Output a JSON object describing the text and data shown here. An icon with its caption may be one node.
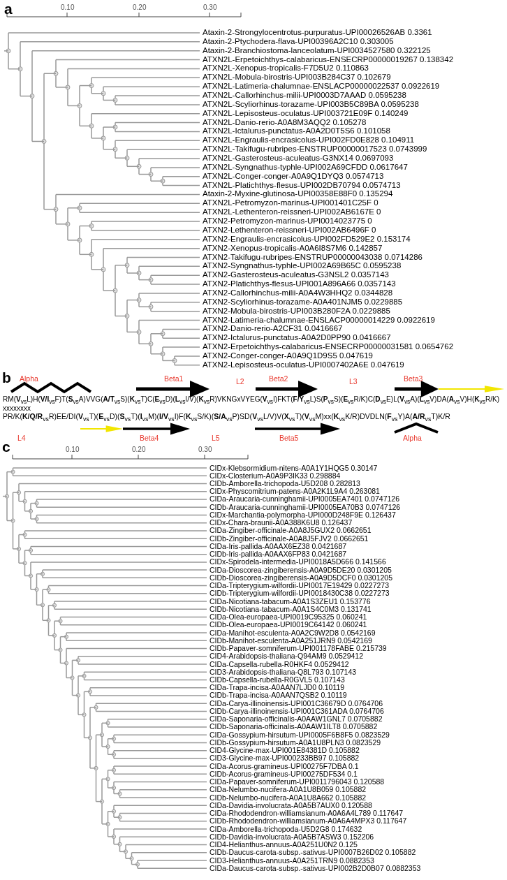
{
  "diagram": {
    "labels": [
      "a",
      "0.10",
      "0.20",
      "0.30",
      "Ataxin-2-Strongylocentrotus-purpuratus-UPI00026526AB 0.3361",
      "Ataxin-2-Ptychodera-flava-UPI00396A2C10 0.303005",
      "Ataxin-2-Branchiostoma-lanceolatum-UPI0034527580 0.322125",
      "ATXN2L-Erpetoichthys-calabaricus-ENSECRP00000019267 0.138342",
      "ATXN2L-Xenopus-tropicalis-F7D5U2 0.110863",
      "ATXN2L-Mobula-birostris-UPI003B284C37 0.102679",
      "ATXN2L-Latimeria-chalumnae-ENSLACP00000022537 0.0922619",
      "ATXN2L-Callorhinchus-milii-UPI0003D7AAAD 0.0595238",
      "ATXN2L-Scyliorhinus-torazame-UPI003B5C89BA 0.0595238",
      "ATXN2L-Lepisosteus-oculatus-UPI003721E09F 0.140249",
      "ATXN2L-Danio-rerio-A0A8M3AQQ2 0.105278",
      "ATXN2L-Ictalurus-punctatus-A0A2D0T5S6 0.101058",
      "ATXN2L-Engraulis-encrasicolus-UPI002FD0E828 0.104911",
      "ATXN2L-Takifugu-rubripes-ENSTRUP00000017523 0.0743999",
      "ATXN2L-Gasterosteus-aculeatus-G3NX14 0.0697093",
      "ATXN2L-Syngnathus-typhle-UPI002A69CFDD 0.0617647",
      "ATXN2L-Conger-conger-A0A9Q1DYQ3 0.0574713",
      "ATXN2L-Platichthys-flesus-UPI002DB70794 0.0574713",
      "Ataxin-2-Myxine-glutinosa-UPI00358E88F0 0.135294",
      "ATXN2L-Petromyzon-marinus-UPI001401C25F 0",
      "ATXN2L-Lethenteron-reissneri-UPI002AB6167E 0",
      "ATXN2-Petromyzon-marinus-UPI0014023775 0",
      "ATXN2-Lethenteron-reissneri-UPI002AB6496F 0",
      "ATXN2-Engraulis-encrasicolus-UPI002FD529E2 0.153174",
      "ATXN2-Xenopus-tropicalis-A0A6I8S7M6 0.142857",
      "ATXN2-Takifugu-rubripes-ENSTRUP00000043038 0.0714286",
      "ATXN2-Syngnathus-typhle-UPI002A69B65C 0.0595238",
      "ATXN2-Gasterosteus-aculeatus-G3NSL2 0.0357143",
      "ATXN2-Platichthys-flesus-UPI001A896A66 0.0357143",
      "ATXN2-Callorhinchus-milii-A0A4W3HHQ2 0.0344828",
      "ATXN2-Scyliorhinus-torazame-A0A401NJM5 0.0229885",
      "ATXN2-Mobula-birostris-UPI003B280F2A 0.0229885",
      "ATXN2-Latimeria-chalumnae-ENSLACP00000014229 0.0922619",
      "ATXN2-Danio-rerio-A2CF31 0.0416667",
      "ATXN2-Ictalurus-punctatus-A0A2D0PP90 0.0416667",
      "ATXN2-Erpetoichthys-calabaricus-ENSECRP00000031581 0.0654762",
      "ATXN2-Conger-conger-A0A9Q1D9S5 0.047619",
      "ATXN2-Lepisosteus-oculatus-UPI0007402A6E 0.047619",
      "b",
      "Alpha",
      "Beta1",
      "L2",
      "Beta2",
      "L3",
      "Beta3",
      "RM(**V**$_{vs}$L)H(**V/I**$_{vs}$F)T(**S**$_{vs}$A)VVG(**A/T**$_{vs}$S)(**K**$_{vs}$T)C(**E**$_{vs}$D)(**L**$_{vs}$I/V)(**K**$_{vs}$R)VKNGxVYEG(**V**$_{vs}$I)FKT(**F/Y**$_{vs}$L)S(**P**$_{vs}$S)(**E**$_{vs}$R/K)C(**D**$_{vs}$E)L(**V**$_{vs}$A)(**L**$_{vs}$V)DA(**A**$_{vs}$V)H(**K**$_{vs}$R/K)",
      "xxxxxxxx",
      "PR/K(**K/Q/R**$_{vs}$R)EE/DI(**V**$_{vs}$T)(**E**$_{vs}$D)(**S**$_{vs}$T)(**I**$_{vs}$M)(**I/V**$_{vs}$I)F(**K**$_{vs}$S/K)(**S/A**$_{vs}$P)SD(**V**$_{vs}$L/V)V(**X**$_{vs}$T)(**V**$_{vs}$M)xx(**K**$_{vs}$K/R)DVDLN(**F**$_{vs}$Y)A(**A/R**$_{vs}$T)K/R",
      "L4",
      "Beta4",
      "L5",
      "Beta5",
      "Alpha",
      "c",
      "0.10",
      "0.20",
      "0.30",
      "CIDx-Klebsormidium-nitens-A0A1Y1HQG5 0.30147",
      "CIDx-Closterium-A0A9P3IK33 0.298884",
      "CIDb-Amborella-trichopoda-U5D208 0.282813",
      "CIDx-Physcomitrium-patens-A0A2K1L9A4 0.263081",
      "CIDa-Araucaria-cunninghamii-UPI0005EA7401 0.0747126",
      "CIDb-Araucaria-cunninghamii-UPI0005EA70B3 0.0747126",
      "CIDx-Marchantia-polymorpha-UPI000D248F9E 0.126437",
      "CIDx-Chara-braunii-A0A388K6U8 0.126437",
      "CIDa-Zingiber-officinale-A0A8J5GUX2 0.0662651",
      "CIDb-Zingiber-officinale-A0A8J5FJV2 0.0662651",
      "CIDa-Iris-pallida-A0AAX6EZ38 0.0421687",
      "CIDb-Iris-pallida-A0AAX6FP83 0.0421687",
      "CIDx-Spirodela-intermedia-UPI0018A5D666 0.141566",
      "CIDa-Dioscorea-zingiberensis-A0A9D5DE20 0.0301205",
      "CIDb-Dioscorea-zingiberensis-A0A9D5DCF0 0.0301205",
      "CIDa-Tripterygium-wilfordii-UPI0017E19429 0.0227273",
      "CIDb-Tripterygium-wilfordii-UPI0018430C38 0.0227273",
      "CIDa-Nicotiana-tabacum-A0A1S3ZEU1 0.153776",
      "CIDb-Nicotiana-tabacum-A0A1S4C0M3 0.131741",
      "CIDa-Olea-europaea-UPI0019C95325 0.060241",
      "CIDb-Olea-europaea-UPI0019C64142 0.060241",
      "CIDa-Manihot-esculenta-A0A2C9W2D8 0.0542169",
      "CIDb-Manihot-esculenta-A0A251JRN9 0.0542169",
      "CIDb-Papaver-somniferum-UPI001178FABE 0.215739",
      "CID4-Arabidopsis-thaliana-Q94AM9 0.0529412",
      "CIDa-Capsella-rubella-R0HKF4 0.0529412",
      "CID3-Arabidopsis-thaliana-Q8L793 0.107143",
      "CIDb-Capsella-rubella-R0GVL5 0.107143",
      "CIDa-Trapa-incisa-A0AAN7LJD0 0.10119",
      "CIDb-Trapa-incisa-A0AAN7QSB2 0.10119",
      "CIDa-Carya-illinoinensis-UPI001C36679D 0.0764706",
      "CIDb-Carya-illinoinensis-UPI001C361ADA 0.0764706",
      "CIDa-Saponaria-officinalis-A0AAW1GNL7 0.0705882",
      "CIDb-Saponaria-officinalis-A0AAW1ILT8 0.0705882",
      "CIDa-Gossypium-hirsutum-UPI0005F6B8F5 0.0823529",
      "CIDb-Gossypium-hirsutum-A0A1U8PLN3 0.0823529",
      "CID4-Glycine-max-UPI001E84381D 0.105882",
      "CID3-Glycine-max-UPI000233BB97 0.105882",
      "CIDa-Acorus-gramineus-UPI00275F7DBA 0.1",
      "CIDb-Acorus-gramineus-UPI00275DF534 0.1",
      "CIDa-Papaver-somniferum-UPI0011796043 0.120588",
      "CIDa-Nelumbo-nucifera-A0A1U8B059 0.105882",
      "CIDb-Nelumbo-nucifera-A0A1U8A662 0.105882",
      "CIDa-Davidia-involucrata-A0A5B7AUX0 0.120588",
      "CIDa-Rhododendron-williamsianum-A0A6A4L789 0.117647",
      "CIDb-Rhododendron-williamsianum-A0A6A4MPX3 0.117647",
      "CIDa-Amborella-trichopoda-U5D2G8 0.174632",
      "CIDb-Davidia-involucrata-A0A5B7ASW3 0.152206",
      "CID4-Helianthus-annuus-A0A251U0N2 0.125",
      "CIDb-Daucus-carota-subsp.-sativus-UPI0007B26D02 0.105882",
      "CID3-Helianthus-annuus-A0A251TRN9 0.0882353",
      "CIDa-Daucus-carota-subsp.-sativus-UPI002B2D0B07 0.0882353"
    ]
  }
}
